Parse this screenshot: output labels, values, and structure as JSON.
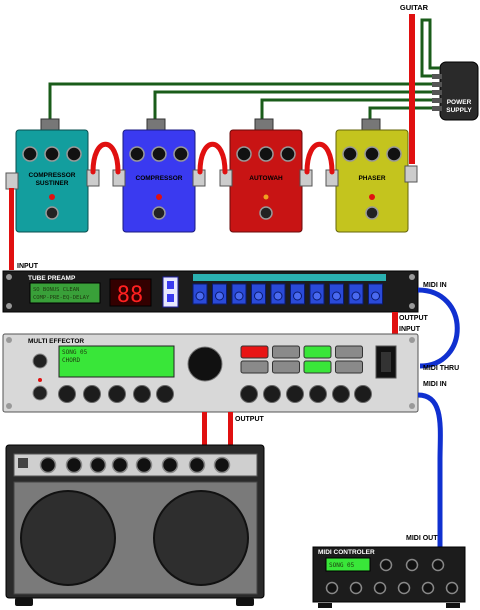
{
  "labels": {
    "guitar": "GUITAR",
    "power_supply_line1": "POWER",
    "power_supply_line2": "SUPPLY",
    "input": "INPUT",
    "midi_in_preamp": "MIDI IN",
    "output_preamp": "OUTPUT",
    "input_multi": "INPUT",
    "midi_thru": "MIDI THRU",
    "midi_in_multi": "MIDI IN",
    "output_multi": "OUTPUT",
    "midi_out": "MIDI OUT"
  },
  "pedals": [
    {
      "name_line1": "COMPRESSOR",
      "name_line2": "SUSTINER",
      "color": "#139e9e"
    },
    {
      "name_line1": "COMPRESSOR",
      "name_line2": "",
      "color": "#3a3af0"
    },
    {
      "name_line1": "AUTOWAH",
      "name_line2": "",
      "color": "#c81414"
    },
    {
      "name_line1": "PHASER",
      "name_line2": "",
      "color": "#c4c41e"
    }
  ],
  "preamp": {
    "title": "TUBE PREAMP",
    "lcd_line1": "SO BONUS CLEAN",
    "lcd_line2": "COMP-PRE-EQ-DELAY",
    "led_display": "88"
  },
  "multi_effector": {
    "title": "MULTI EFFECTOR",
    "lcd_line1": "SONG 05",
    "lcd_line2": "CHORD"
  },
  "midi_controller": {
    "title": "MIDI CONTROLER",
    "lcd_text": "SONG 05"
  },
  "colors": {
    "cable_red": "#e01010",
    "cable_green": "#1a5c1a",
    "cable_blue": "#1030d0",
    "lcd_green": "#39e639",
    "rack_dark": "#1c1c1c",
    "rack_silver": "#d8d8d8"
  }
}
